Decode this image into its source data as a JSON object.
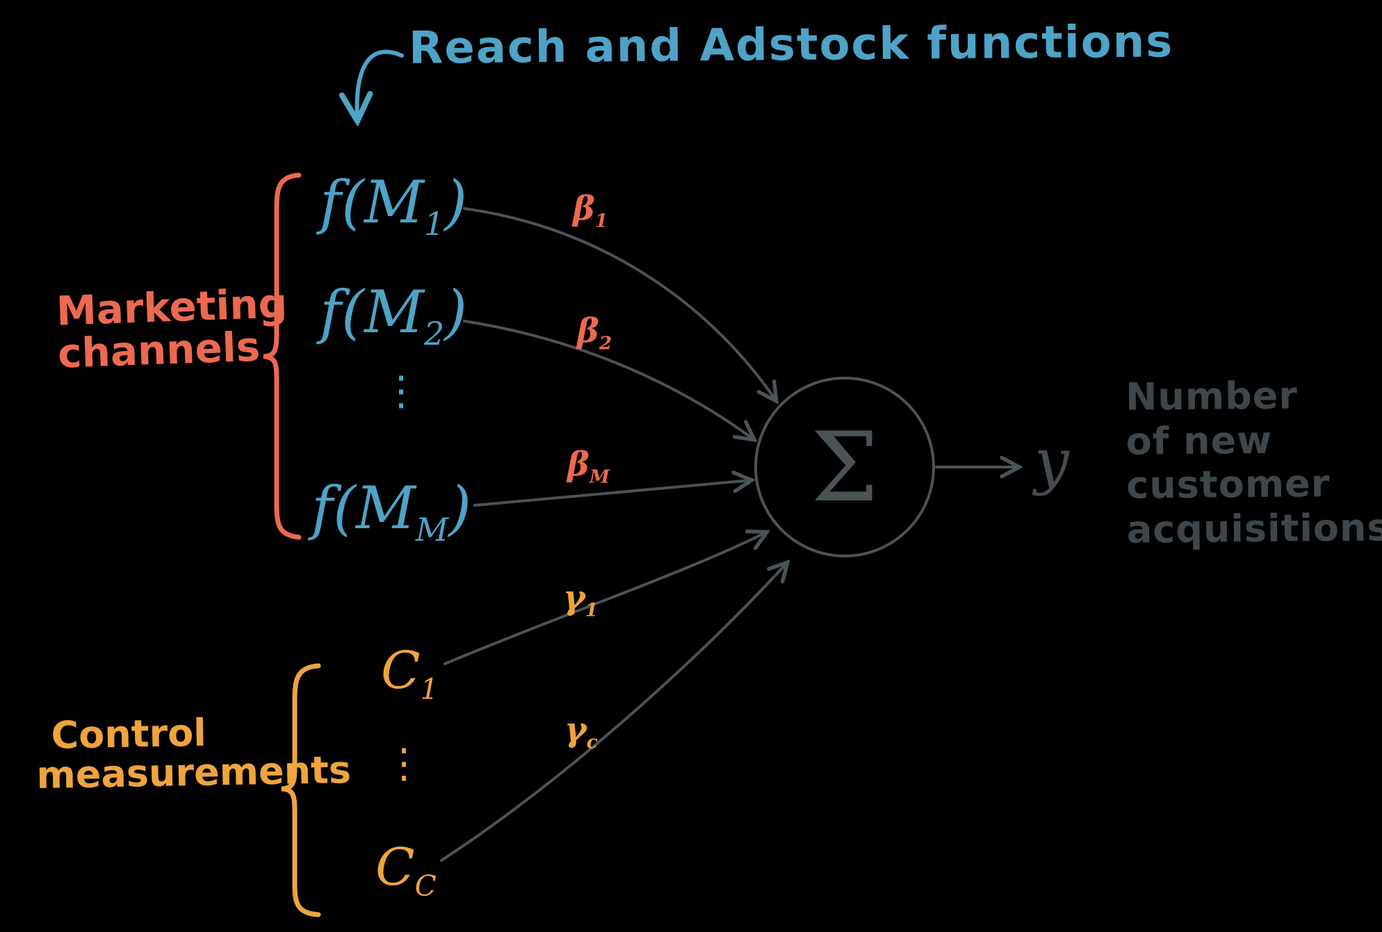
{
  "title": "Reach and Adstock functions",
  "groups": {
    "marketing": {
      "label_line1": "Marketing",
      "label_line2": "channels",
      "nodes": [
        {
          "base": "f(M",
          "sub": "1",
          "suffix": ")"
        },
        {
          "base": "f(M",
          "sub": "2",
          "suffix": ")"
        },
        {
          "base": "f(M",
          "sub": "M",
          "suffix": ")"
        }
      ],
      "dots": "⋮",
      "weights": [
        {
          "base": "β",
          "sub": "1"
        },
        {
          "base": "β",
          "sub": "2"
        },
        {
          "base": "β",
          "sub": "M"
        }
      ]
    },
    "control": {
      "label_line1": "Control",
      "label_line2": "measurements",
      "nodes": [
        {
          "base": "C",
          "sub": "1"
        },
        {
          "base": "C",
          "sub": "C"
        }
      ],
      "dots": "⋮",
      "weights": [
        {
          "base": "γ",
          "sub": "1"
        },
        {
          "base": "γ",
          "sub": "c"
        }
      ]
    }
  },
  "sum": {
    "symbol": "Σ"
  },
  "output": {
    "symbol": "y",
    "caption_lines": [
      "Number",
      "of new",
      "customer",
      "acquisitions"
    ]
  },
  "colors": {
    "background": "#000000",
    "teal": "#4ea3c6",
    "red": "#ec6950",
    "orange": "#efa43e",
    "gray_shape": "#4b5357",
    "gray_text": "#3e464b"
  }
}
